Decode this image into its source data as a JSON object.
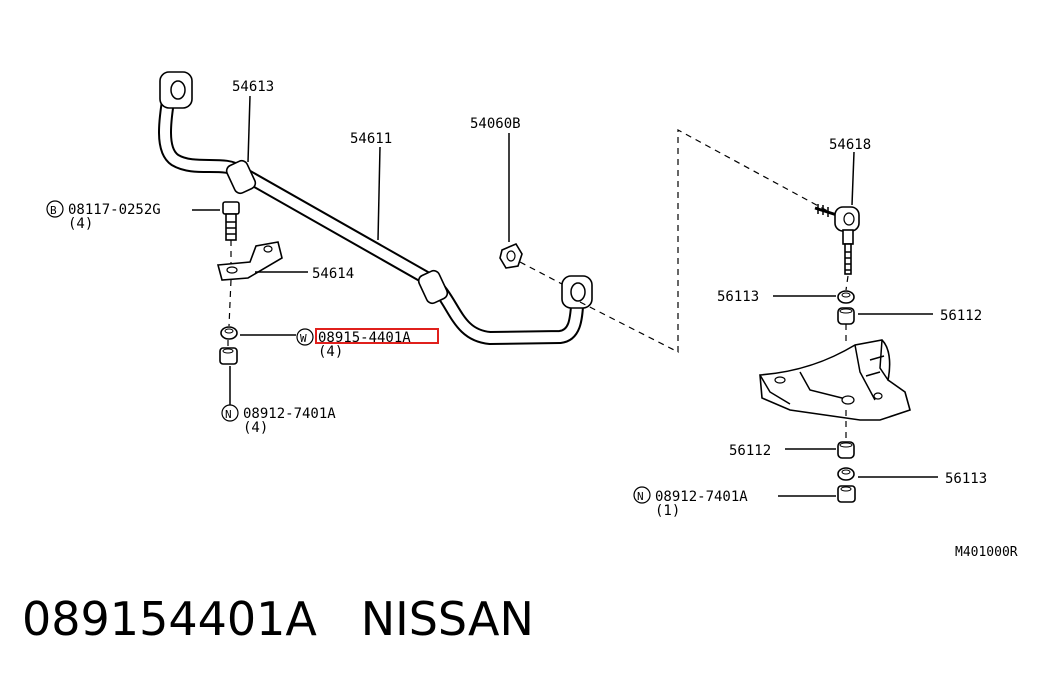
{
  "diagram": {
    "callouts": {
      "p54613": "54613",
      "p54611": "54611",
      "p54060b": "54060B",
      "p54618": "54618",
      "p08117": "08117-0252G",
      "p08117_qty": "(4)",
      "p08117_mark": "B",
      "p54614": "54614",
      "p08915": "08915-4401A",
      "p08915_qty": "(4)",
      "p08915_mark": "W",
      "p08912_left": "08912-7401A",
      "p08912_left_qty": "(4)",
      "p08912_left_mark": "N",
      "p56113_top": "56113",
      "p56112_top": "56112",
      "p56112_bottom": "56112",
      "p56113_bottom": "56113",
      "p08912_right": "08912-7401A",
      "p08912_right_qty": "(1)",
      "p08912_right_mark": "N"
    },
    "figure_code": "M401000R",
    "highlight_color": "#e0201c"
  },
  "footer": {
    "part_number": "089154401A",
    "brand": "NISSAN"
  }
}
